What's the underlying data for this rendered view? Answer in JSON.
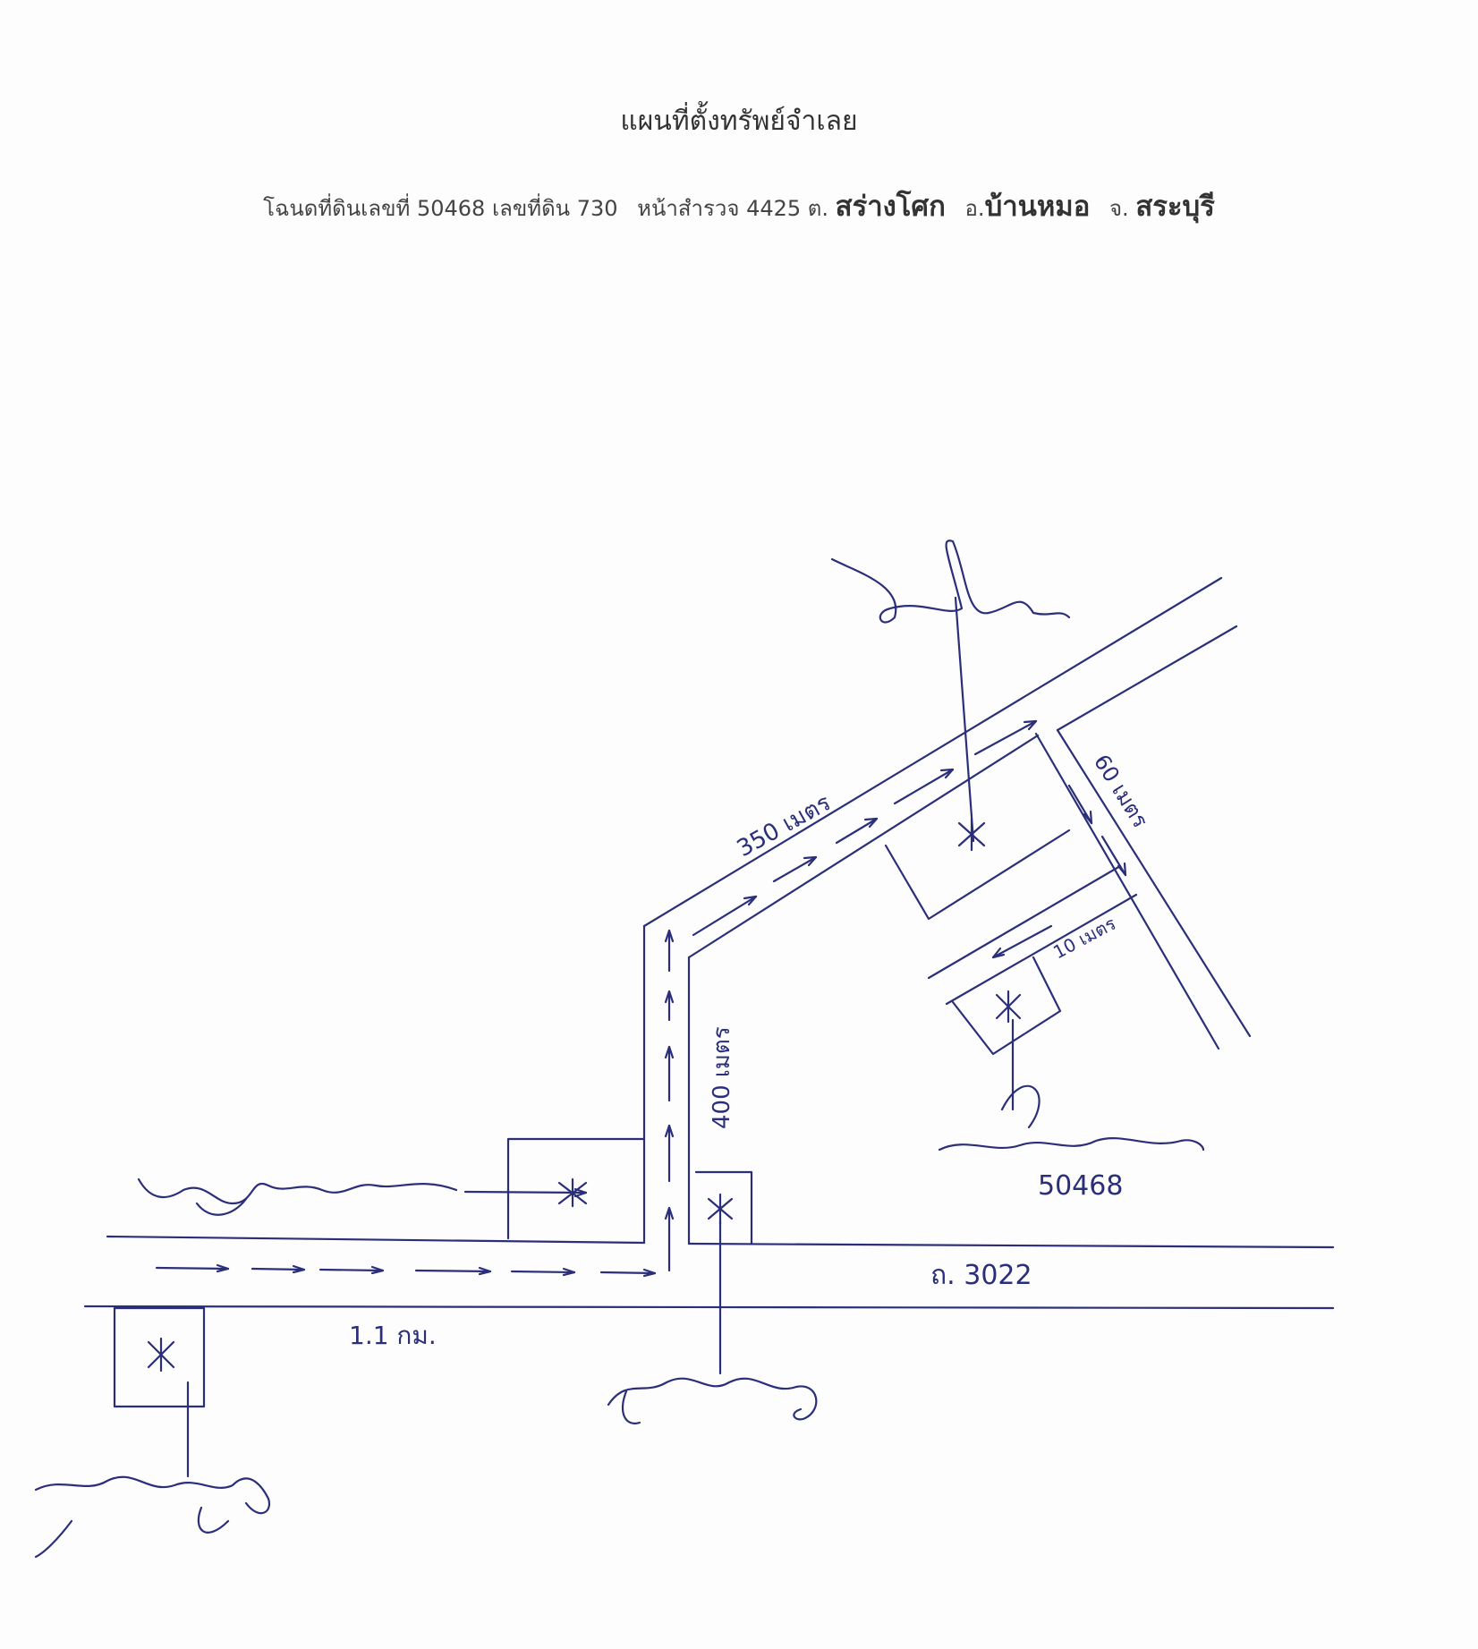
{
  "document": {
    "title": "แผนที่ตั้งทรัพย์จำเลย",
    "subtitle": {
      "deed_prefix": "โฉนดที่ดินเลขที่",
      "deed_no": "50468",
      "land_prefix": "เลขที่ดิน",
      "land_no": "730",
      "survey_prefix": "หน้าสำรวจ",
      "survey_no": "4425",
      "tambon_prefix": "ต.",
      "tambon": "สร่างโศก",
      "amphoe_prefix": "อ.",
      "amphoe": "บ้านหมอ",
      "changwat_prefix": "จ.",
      "changwat": "สระบุรี"
    }
  },
  "map": {
    "labels": {
      "dist_350": "350 เมตร",
      "dist_400": "400 เมตร",
      "dist_60": "60 เมตร",
      "dist_10": "10 เมตร",
      "dist_1_1": "1.1 กม.",
      "road_name": "ถ. 3022",
      "parcel_no": "50468"
    },
    "ink_color": "#2b2f7a"
  }
}
